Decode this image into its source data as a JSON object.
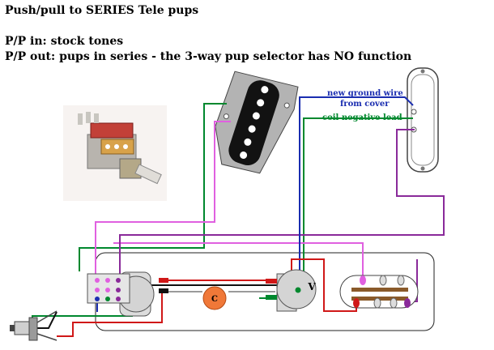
{
  "header": {
    "title": "Push/pull to SERIES Tele pups",
    "pp_in": "P/P in: stock tones",
    "pp_out": "P/P out: pups in series - the 3-way pup selector has NO function"
  },
  "labels": {
    "ground_line1": "new ground wire",
    "ground_line2": "from cover",
    "coil_negative": "coil negative lead",
    "capacitor": "C",
    "volume": "V"
  },
  "colors": {
    "green": "#00882e",
    "magenta": "#e060e0",
    "purple": "#8a2a9a",
    "blue": "#1a2db0",
    "red": "#d01818",
    "black": "#111111",
    "gray": "#9a9a9a",
    "capacitor_fill": "#f07838"
  }
}
